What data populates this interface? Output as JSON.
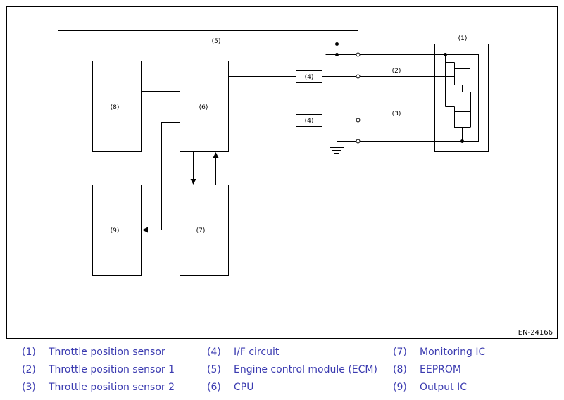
{
  "figure_code": "EN-24166",
  "blocks": {
    "ecm": "(5)",
    "cpu": "(6)",
    "monitoring_ic": "(7)",
    "eeprom": "(8)",
    "output_ic": "(9)",
    "if_circuit_1": "(4)",
    "if_circuit_2": "(4)",
    "tps": "(1)",
    "tps1_wire": "(2)",
    "tps2_wire": "(3)"
  },
  "legend": [
    {
      "num": "(1)",
      "text": "Throttle position sensor"
    },
    {
      "num": "(2)",
      "text": "Throttle position sensor 1"
    },
    {
      "num": "(3)",
      "text": "Throttle position sensor 2"
    },
    {
      "num": "(4)",
      "text": "I/F circuit"
    },
    {
      "num": "(5)",
      "text": "Engine control module (ECM)"
    },
    {
      "num": "(6)",
      "text": "CPU"
    },
    {
      "num": "(7)",
      "text": "Monitoring IC"
    },
    {
      "num": "(8)",
      "text": "EEPROM"
    },
    {
      "num": "(9)",
      "text": "Output IC"
    }
  ],
  "colors": {
    "legend_text": "#3b3bb0",
    "line": "#000000"
  }
}
